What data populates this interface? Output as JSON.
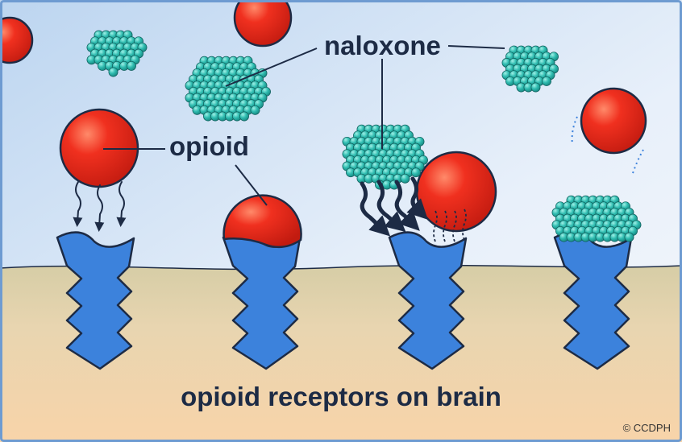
{
  "labels": {
    "naloxone": "naloxone",
    "opioid": "opioid",
    "receptors": "opioid receptors on brain",
    "credit": "© CCDPH"
  },
  "colors": {
    "sky_top": "#c8dcf2",
    "sky_bottom": "#f2f6fb",
    "ground_top": "#d9cfa8",
    "ground_bottom": "#f6d6b0",
    "receptor": "#3c82dc",
    "opioid_red": "#e02a1c",
    "naloxone_teal": "#26b3a8",
    "outline": "#1d2b45",
    "frame": "#6e9bd1"
  },
  "icons": [
    "opioid-molecule-icon",
    "naloxone-molecule-icon",
    "opioid-receptor-icon",
    "signal-arrow-icon"
  ]
}
